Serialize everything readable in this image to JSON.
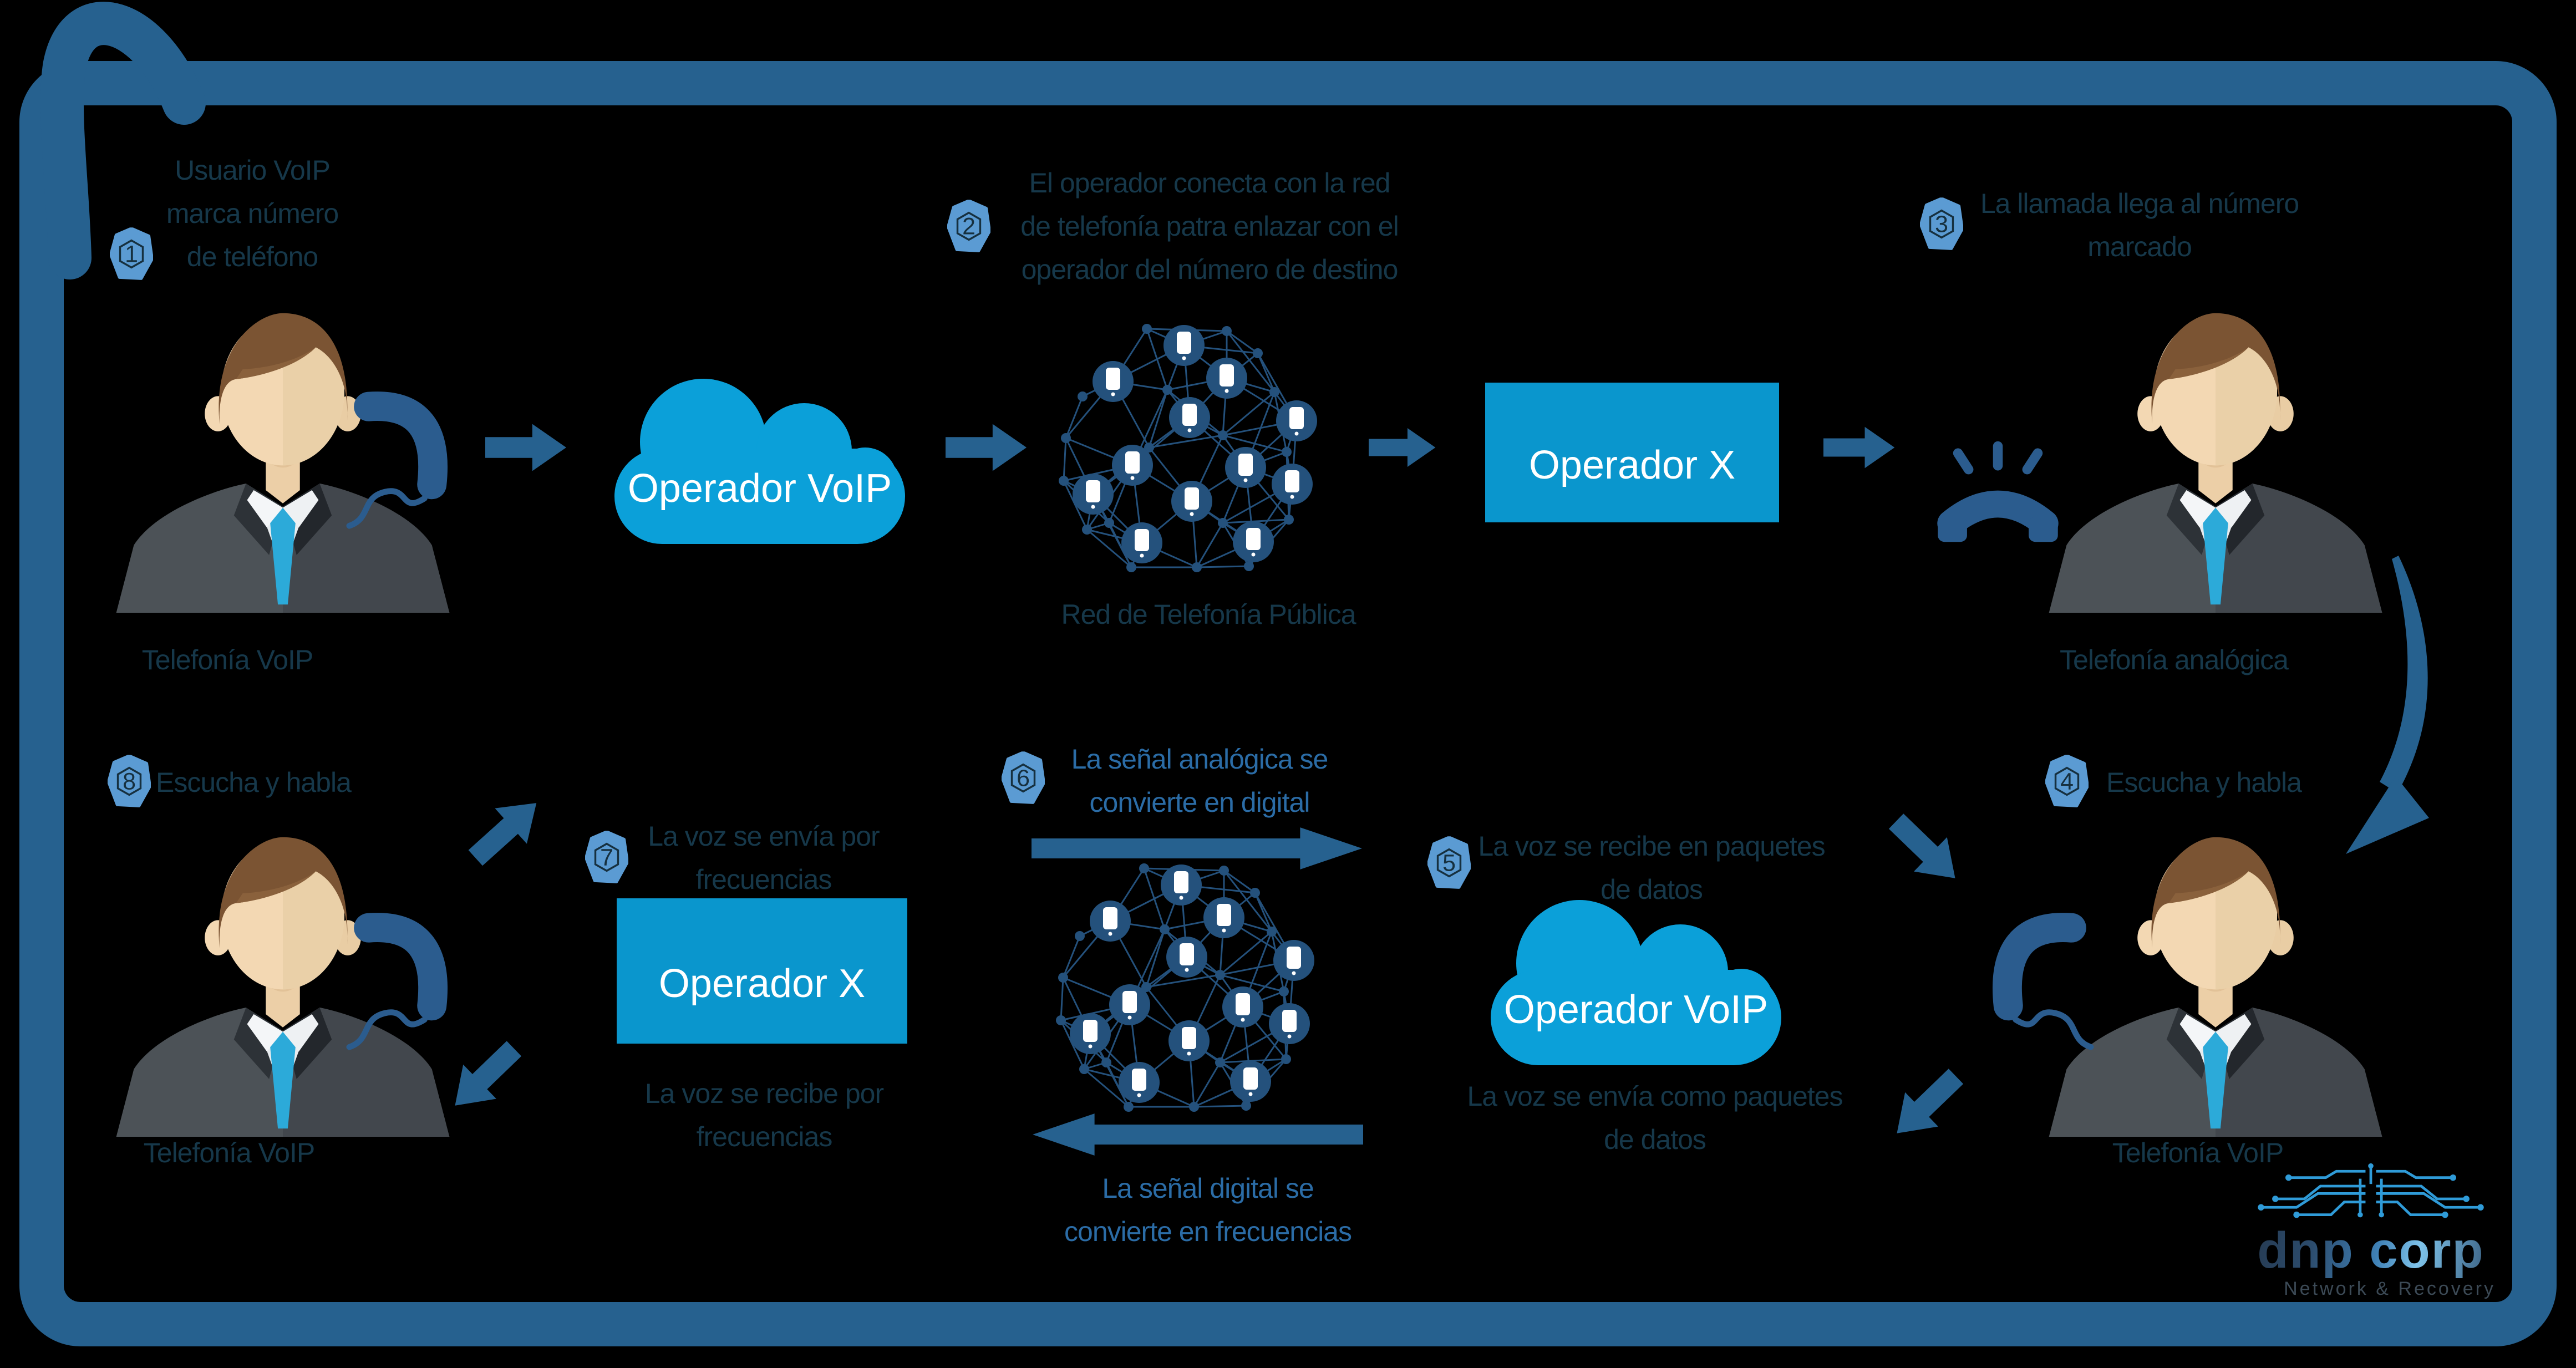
{
  "background": "#000000",
  "palette": {
    "frame": "#26618f",
    "arrow": "#26618f",
    "bright_blue_cloud": "#0ba0d9",
    "bright_blue_box": "#0a96cd",
    "navy_network": "#24517c",
    "navy_phone": "#2b5c8e",
    "dark_text": "#16384a",
    "mid_blue_text": "#2b6ca6",
    "badge_fill": "#5b9bd3",
    "badge_text": "#16303f"
  },
  "steps": {
    "s1": {
      "num": "1",
      "lines": [
        "Usuario VoIP",
        "marca número",
        "de teléfono"
      ]
    },
    "s2": {
      "num": "2",
      "lines": [
        "El operador conecta con la red",
        "de telefonía patra enlazar con el",
        "operador del número de destino"
      ]
    },
    "s3": {
      "num": "3",
      "lines": [
        "La llamada llega al número",
        "marcado"
      ]
    },
    "s4": {
      "num": "4",
      "lines": [
        "Escucha y habla"
      ]
    },
    "s5": {
      "num": "5",
      "lines": [
        "La voz se recibe en paquetes",
        "de datos"
      ]
    },
    "s6": {
      "num": "6",
      "lines": [
        "La señal analógica se",
        "convierte en digital"
      ]
    },
    "s7": {
      "num": "7",
      "lines": [
        "La voz se envía por",
        "frecuencias"
      ]
    },
    "s8": {
      "num": "8",
      "lines": [
        "Escucha y habla"
      ]
    }
  },
  "nodes": {
    "cloud_top": {
      "label": "Operador VoIP"
    },
    "sphere_top": {
      "label": "Red de Telefonía Pública"
    },
    "box_top": {
      "label": "Operador X"
    },
    "box_bottom": {
      "label": "Operador X"
    },
    "cloud_bottom": {
      "label": "Operador VoIP"
    }
  },
  "person_labels": {
    "top_left": "Telefonía VoIP",
    "top_right": "Telefonía analógica",
    "bottom_left": "Telefonía VoIP",
    "bottom_right": "Telefonía VoIP"
  },
  "captions": {
    "recv_freq": [
      "La voz se recibe por",
      "frecuencias"
    ],
    "digital_to_freq": [
      "La señal digital se",
      "convierte en frecuencias"
    ],
    "send_packets": [
      "La voz se envía como paquetes",
      "de datos"
    ]
  },
  "logo": {
    "name": "dnp corp",
    "tagline": "Network & Recovery"
  },
  "icons": {
    "badge": "hexagon-step-badge-icon",
    "handset": "phone-handset-icon",
    "ringing_phone": "ringing-phone-icon",
    "cloud": "cloud-icon",
    "network_sphere": "phone-network-sphere-icon",
    "arrow": "block-arrow-icon",
    "curved_arrow": "curved-arrow-icon",
    "circuit": "circuit-traces-icon",
    "frame": "sketch-frame-border"
  }
}
